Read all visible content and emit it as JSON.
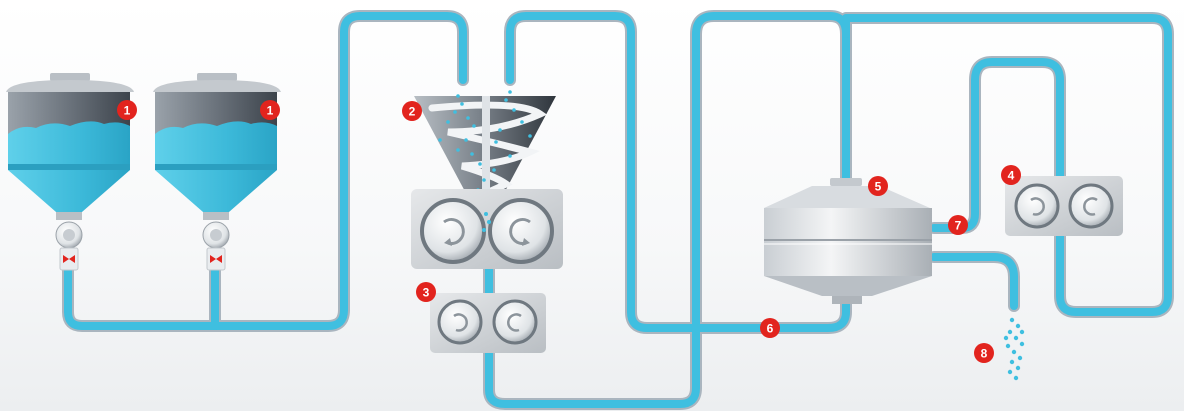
{
  "badges": [
    {
      "id": "silo-left",
      "label": "1"
    },
    {
      "id": "silo-right",
      "label": "1"
    },
    {
      "id": "mixer-hopper",
      "label": "2"
    },
    {
      "id": "pump-lower",
      "label": "3"
    },
    {
      "id": "pump-right",
      "label": "4"
    },
    {
      "id": "tank",
      "label": "5"
    },
    {
      "id": "tank-outlet-pipe",
      "label": "6"
    },
    {
      "id": "tank-side-outlet",
      "label": "7"
    },
    {
      "id": "particle-output",
      "label": "8"
    }
  ],
  "colors": {
    "pipe": "#3fbfe0",
    "pipe_outline": "#b9c3cc",
    "badge": "#e2241e",
    "metal_dark": "#4a525c",
    "metal_light": "#e4e7ea",
    "liquid": "#41bcdb",
    "valve": "#e2241e"
  },
  "icons": [
    "silo-icon",
    "valve-icon",
    "pump-icon",
    "rotation-arrow-icon",
    "cone-mixer-icon",
    "tank-icon",
    "particle-icon"
  ]
}
